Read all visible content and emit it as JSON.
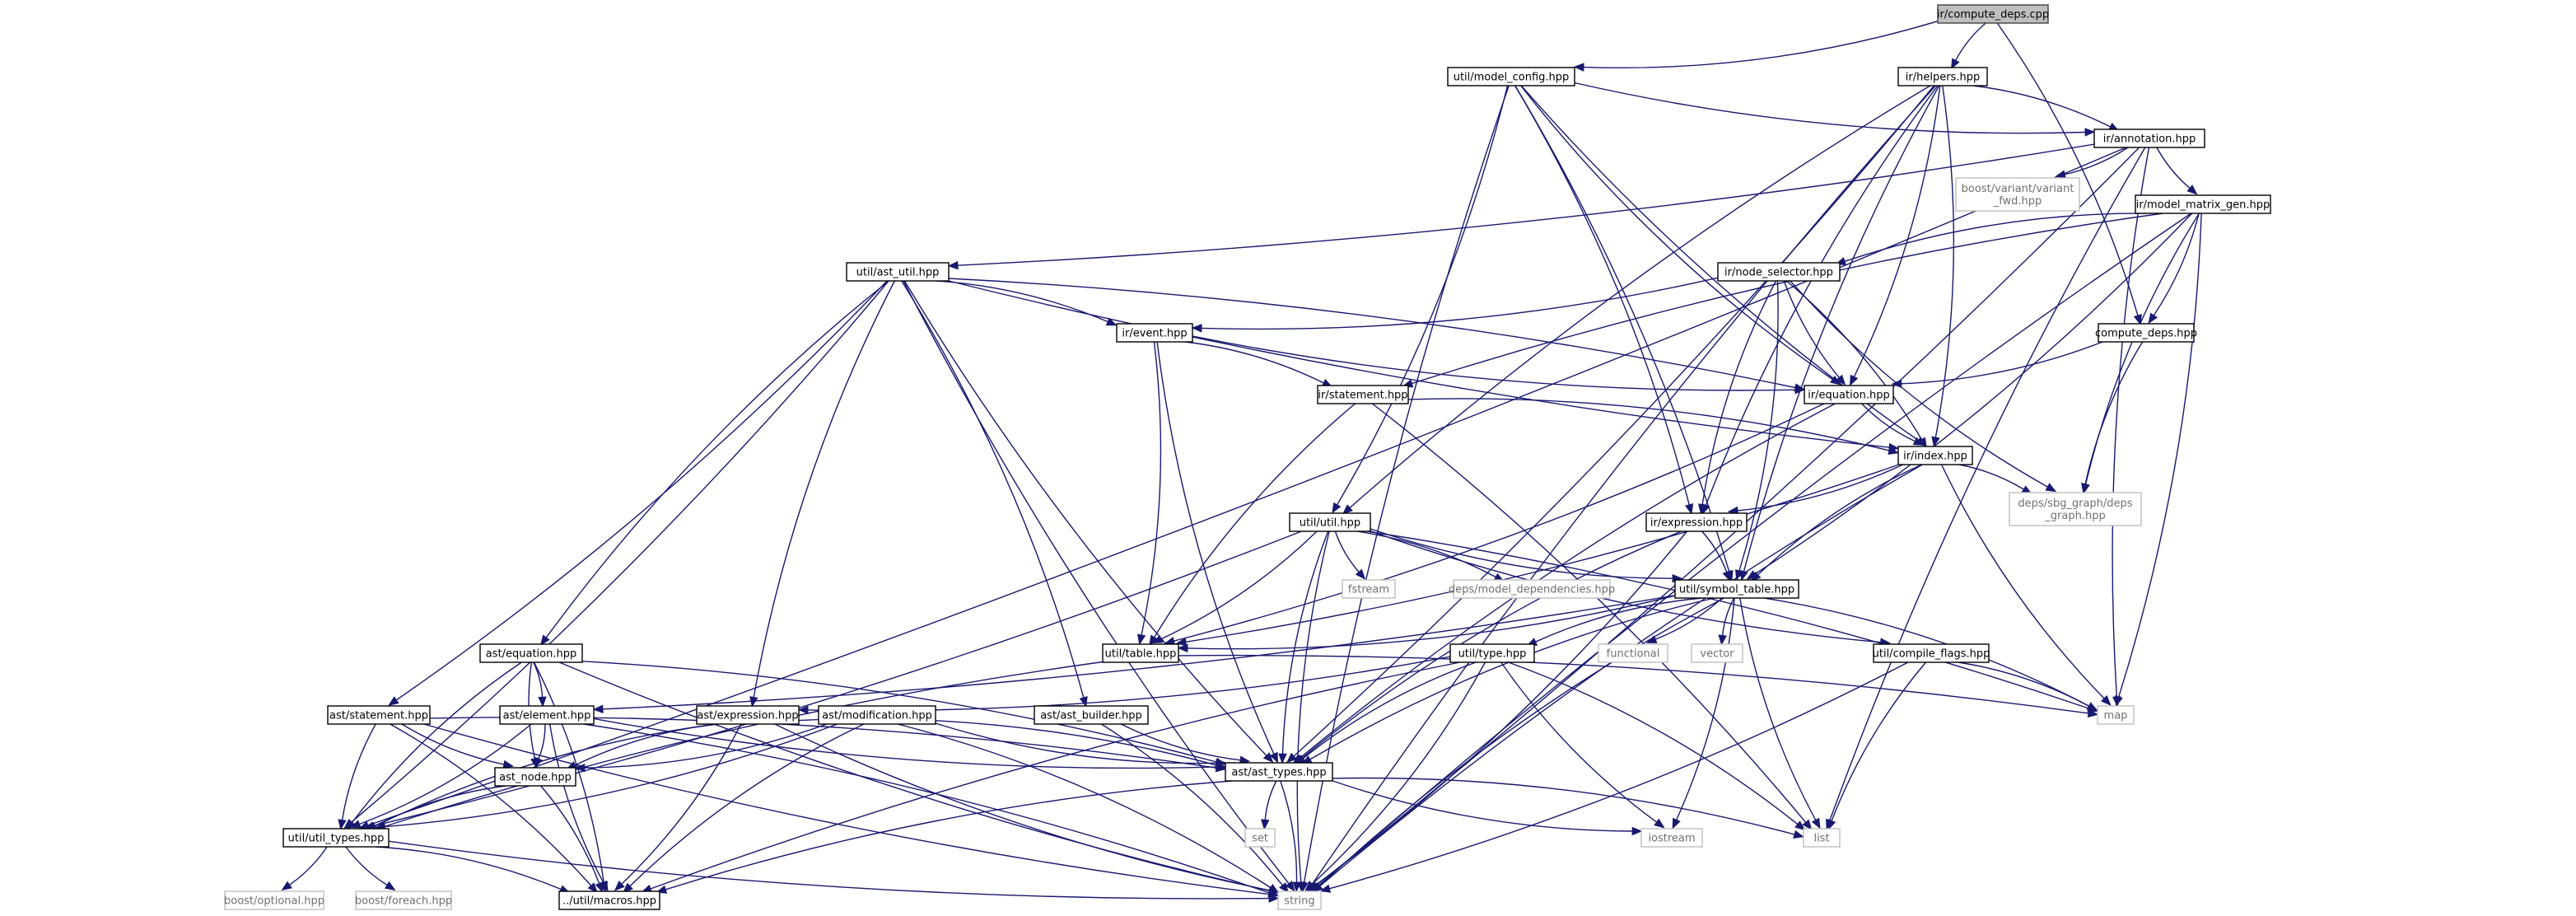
{
  "nodes": {
    "root": {
      "label": "ir/compute_deps.cpp",
      "kind": "root"
    },
    "mcfg": {
      "label": "util/model_config.hpp",
      "kind": "local"
    },
    "helpers": {
      "label": "ir/helpers.hpp",
      "kind": "local"
    },
    "annot": {
      "label": "ir/annotation.hpp",
      "kind": "local"
    },
    "bvar": {
      "label": "boost/variant/variant_fwd.hpp",
      "kind": "ext",
      "lines": [
        "boost/variant/variant",
        "_fwd.hpp"
      ]
    },
    "mmg": {
      "label": "ir/model_matrix_gen.hpp",
      "kind": "local"
    },
    "astutil": {
      "label": "util/ast_util.hpp",
      "kind": "local"
    },
    "nodesel": {
      "label": "ir/node_selector.hpp",
      "kind": "local"
    },
    "cdeps": {
      "label": "compute_deps.hpp",
      "kind": "local"
    },
    "event": {
      "label": "ir/event.hpp",
      "kind": "local"
    },
    "stmt": {
      "label": "ir/statement.hpp",
      "kind": "local"
    },
    "equ": {
      "label": "ir/equation.hpp",
      "kind": "local"
    },
    "index": {
      "label": "ir/index.hpp",
      "kind": "local"
    },
    "sbg": {
      "label": "deps/sbg_graph/deps_graph.hpp",
      "kind": "ext",
      "lines": [
        "deps/sbg_graph/deps",
        "_graph.hpp"
      ]
    },
    "expr": {
      "label": "ir/expression.hpp",
      "kind": "local"
    },
    "util": {
      "label": "util/util.hpp",
      "kind": "local"
    },
    "fstream": {
      "label": "fstream",
      "kind": "ext"
    },
    "mdeps": {
      "label": "deps/model_dependencies.hpp",
      "kind": "ext"
    },
    "symtab": {
      "label": "util/symbol_table.hpp",
      "kind": "local"
    },
    "asteq": {
      "label": "ast/equation.hpp",
      "kind": "local"
    },
    "table": {
      "label": "util/table.hpp",
      "kind": "local"
    },
    "utype": {
      "label": "util/type.hpp",
      "kind": "local"
    },
    "functional": {
      "label": "functional",
      "kind": "ext"
    },
    "vector": {
      "label": "vector",
      "kind": "ext"
    },
    "cflags": {
      "label": "util/compile_flags.hpp",
      "kind": "local"
    },
    "aststmt": {
      "label": "ast/statement.hpp",
      "kind": "local"
    },
    "astel": {
      "label": "ast/element.hpp",
      "kind": "local"
    },
    "astexpr": {
      "label": "ast/expression.hpp",
      "kind": "local"
    },
    "astmod": {
      "label": "ast/modification.hpp",
      "kind": "local"
    },
    "astbld": {
      "label": "ast/ast_builder.hpp",
      "kind": "local"
    },
    "map": {
      "label": "map",
      "kind": "ext"
    },
    "astnode": {
      "label": "ast_node.hpp",
      "kind": "local"
    },
    "asttypes": {
      "label": "ast/ast_types.hpp",
      "kind": "local"
    },
    "utypes": {
      "label": "util/util_types.hpp",
      "kind": "local"
    },
    "set": {
      "label": "set",
      "kind": "ext"
    },
    "iostream": {
      "label": "iostream",
      "kind": "ext"
    },
    "list": {
      "label": "list",
      "kind": "ext"
    },
    "bopt": {
      "label": "boost/optional.hpp",
      "kind": "ext"
    },
    "bfor": {
      "label": "boost/foreach.hpp",
      "kind": "ext"
    },
    "macros": {
      "label": "../util/macros.hpp",
      "kind": "local"
    },
    "string": {
      "label": "string",
      "kind": "ext"
    }
  },
  "edges": [
    [
      "root",
      "mcfg"
    ],
    [
      "root",
      "helpers"
    ],
    [
      "root",
      "cdeps"
    ],
    [
      "mcfg",
      "annot"
    ],
    [
      "mcfg",
      "util"
    ],
    [
      "mcfg",
      "equ"
    ],
    [
      "mcfg",
      "expr"
    ],
    [
      "mcfg",
      "index"
    ],
    [
      "mcfg",
      "symtab"
    ],
    [
      "mcfg",
      "string"
    ],
    [
      "helpers",
      "annot"
    ],
    [
      "helpers",
      "util"
    ],
    [
      "helpers",
      "equ"
    ],
    [
      "helpers",
      "expr"
    ],
    [
      "helpers",
      "index"
    ],
    [
      "helpers",
      "symtab"
    ],
    [
      "helpers",
      "asttypes"
    ],
    [
      "helpers",
      "string"
    ],
    [
      "annot",
      "bvar"
    ],
    [
      "annot",
      "mmg"
    ],
    [
      "annot",
      "astutil"
    ],
    [
      "annot",
      "map"
    ],
    [
      "annot",
      "utypes"
    ],
    [
      "annot",
      "list"
    ],
    [
      "annot",
      "string"
    ],
    [
      "mmg",
      "nodesel"
    ],
    [
      "mmg",
      "cdeps"
    ],
    [
      "mmg",
      "stmt"
    ],
    [
      "mmg",
      "symtab"
    ],
    [
      "mmg",
      "sbg"
    ],
    [
      "mmg",
      "map"
    ],
    [
      "mmg",
      "string"
    ],
    [
      "astutil",
      "event"
    ],
    [
      "astutil",
      "index"
    ],
    [
      "astutil",
      "equ"
    ],
    [
      "astutil",
      "asteq"
    ],
    [
      "astutil",
      "aststmt"
    ],
    [
      "astutil",
      "astexpr"
    ],
    [
      "astutil",
      "astbld"
    ],
    [
      "astutil",
      "asttypes"
    ],
    [
      "astutil",
      "utypes"
    ],
    [
      "astutil",
      "string"
    ],
    [
      "nodesel",
      "event"
    ],
    [
      "nodesel",
      "equ"
    ],
    [
      "nodesel",
      "index"
    ],
    [
      "nodesel",
      "expr"
    ],
    [
      "nodesel",
      "symtab"
    ],
    [
      "nodesel",
      "sbg"
    ],
    [
      "cdeps",
      "equ"
    ],
    [
      "cdeps",
      "sbg"
    ],
    [
      "event",
      "stmt"
    ],
    [
      "event",
      "equ"
    ],
    [
      "event",
      "table"
    ],
    [
      "event",
      "asttypes"
    ],
    [
      "stmt",
      "index"
    ],
    [
      "stmt",
      "table"
    ],
    [
      "stmt",
      "list"
    ],
    [
      "equ",
      "index"
    ],
    [
      "equ",
      "table"
    ],
    [
      "equ",
      "asttypes"
    ],
    [
      "index",
      "expr"
    ],
    [
      "index",
      "symtab"
    ],
    [
      "index",
      "sbg"
    ],
    [
      "index",
      "map"
    ],
    [
      "index",
      "table"
    ],
    [
      "index",
      "string"
    ],
    [
      "expr",
      "symtab"
    ],
    [
      "expr",
      "asttypes"
    ],
    [
      "expr",
      "string"
    ],
    [
      "util",
      "fstream"
    ],
    [
      "util",
      "mdeps"
    ],
    [
      "util",
      "symtab"
    ],
    [
      "util",
      "table"
    ],
    [
      "util",
      "cflags"
    ],
    [
      "util",
      "map"
    ],
    [
      "util",
      "asttypes"
    ],
    [
      "util",
      "utypes"
    ],
    [
      "util",
      "string"
    ],
    [
      "symtab",
      "table"
    ],
    [
      "symtab",
      "utype"
    ],
    [
      "symtab",
      "functional"
    ],
    [
      "symtab",
      "vector"
    ],
    [
      "symtab",
      "map"
    ],
    [
      "symtab",
      "list"
    ],
    [
      "symtab",
      "iostream"
    ],
    [
      "symtab",
      "asttypes"
    ],
    [
      "symtab",
      "astel"
    ],
    [
      "symtab",
      "string"
    ],
    [
      "asteq",
      "astel"
    ],
    [
      "asteq",
      "astnode"
    ],
    [
      "asteq",
      "asttypes"
    ],
    [
      "asteq",
      "utypes"
    ],
    [
      "asteq",
      "macros"
    ],
    [
      "asteq",
      "string"
    ],
    [
      "table",
      "map"
    ],
    [
      "table",
      "utypes"
    ],
    [
      "utype",
      "astexpr"
    ],
    [
      "utype",
      "asttypes"
    ],
    [
      "utype",
      "list"
    ],
    [
      "utype",
      "iostream"
    ],
    [
      "utype",
      "string"
    ],
    [
      "utype",
      "macros"
    ],
    [
      "cflags",
      "map"
    ],
    [
      "cflags",
      "list"
    ],
    [
      "cflags",
      "string"
    ],
    [
      "aststmt",
      "astnode"
    ],
    [
      "aststmt",
      "asttypes"
    ],
    [
      "aststmt",
      "utypes"
    ],
    [
      "aststmt",
      "macros"
    ],
    [
      "aststmt",
      "string"
    ],
    [
      "astel",
      "astnode"
    ],
    [
      "astel",
      "asttypes"
    ],
    [
      "astel",
      "utypes"
    ],
    [
      "astel",
      "macros"
    ],
    [
      "astel",
      "string"
    ],
    [
      "astexpr",
      "astnode"
    ],
    [
      "astexpr",
      "asttypes"
    ],
    [
      "astexpr",
      "utypes"
    ],
    [
      "astexpr",
      "macros"
    ],
    [
      "astexpr",
      "string"
    ],
    [
      "astmod",
      "astnode"
    ],
    [
      "astmod",
      "asttypes"
    ],
    [
      "astmod",
      "utypes"
    ],
    [
      "astmod",
      "macros"
    ],
    [
      "astmod",
      "string"
    ],
    [
      "astbld",
      "asttypes"
    ],
    [
      "astbld",
      "string"
    ],
    [
      "astnode",
      "utypes"
    ],
    [
      "astnode",
      "macros"
    ],
    [
      "asttypes",
      "set"
    ],
    [
      "asttypes",
      "list"
    ],
    [
      "asttypes",
      "iostream"
    ],
    [
      "asttypes",
      "string"
    ],
    [
      "asttypes",
      "macros"
    ],
    [
      "utypes",
      "bopt"
    ],
    [
      "utypes",
      "bfor"
    ],
    [
      "utypes",
      "macros"
    ],
    [
      "utypes",
      "string"
    ]
  ]
}
